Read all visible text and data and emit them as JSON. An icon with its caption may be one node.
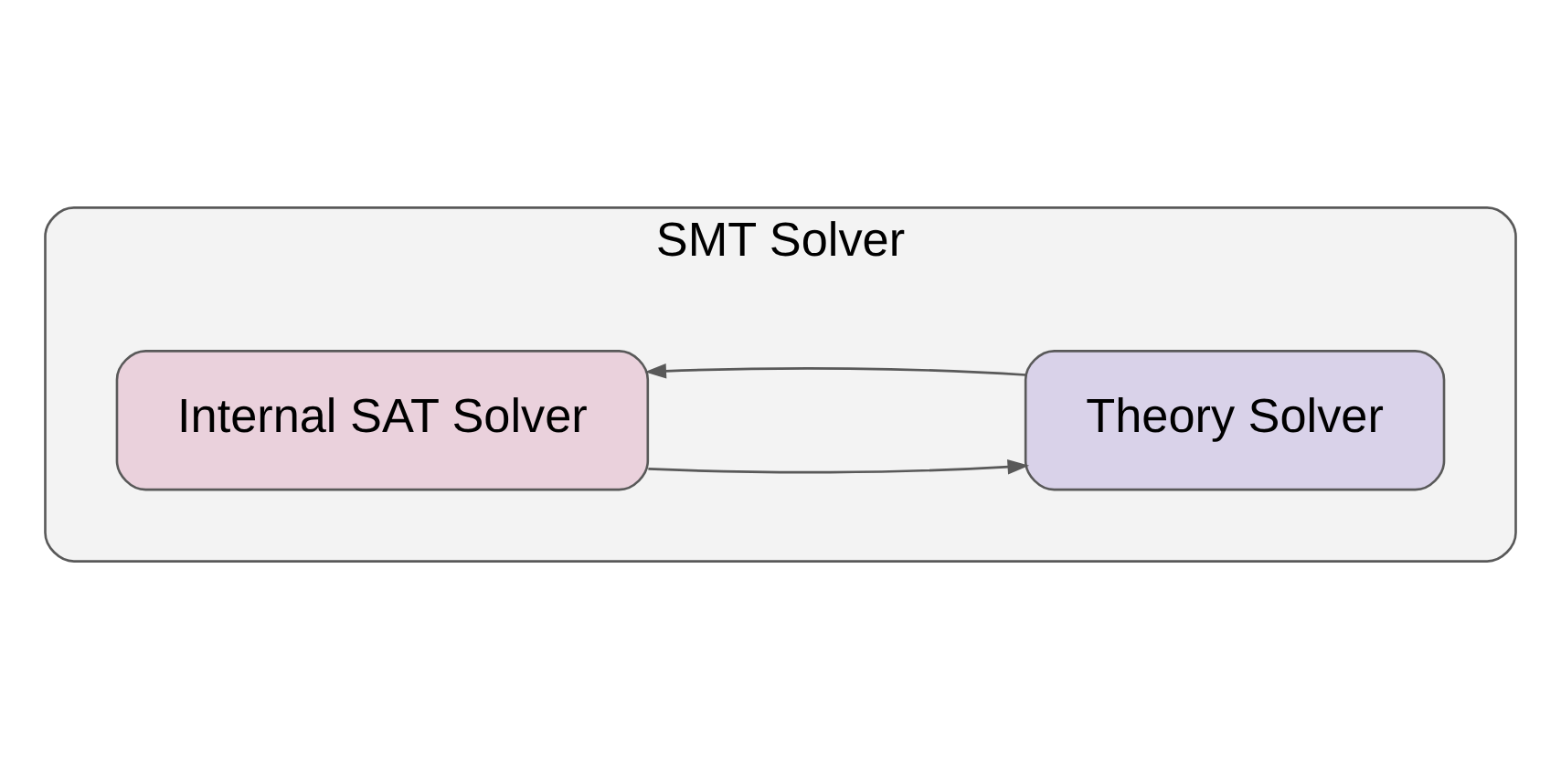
{
  "diagram": {
    "nodes": [
      {
        "text": [
          "SMT Solver"
        ]
      },
      {
        "text": [
          "Internal SAT Solver"
        ],
        "in": 0
      },
      {
        "text": [
          "Theory Solver"
        ],
        "in": 0
      }
    ],
    "edges": [
      {
        "from": 1,
        "to": 2,
        "arrow": "to"
      },
      {
        "from": 2,
        "to": 1,
        "arrow": "to"
      }
    ]
  }
}
